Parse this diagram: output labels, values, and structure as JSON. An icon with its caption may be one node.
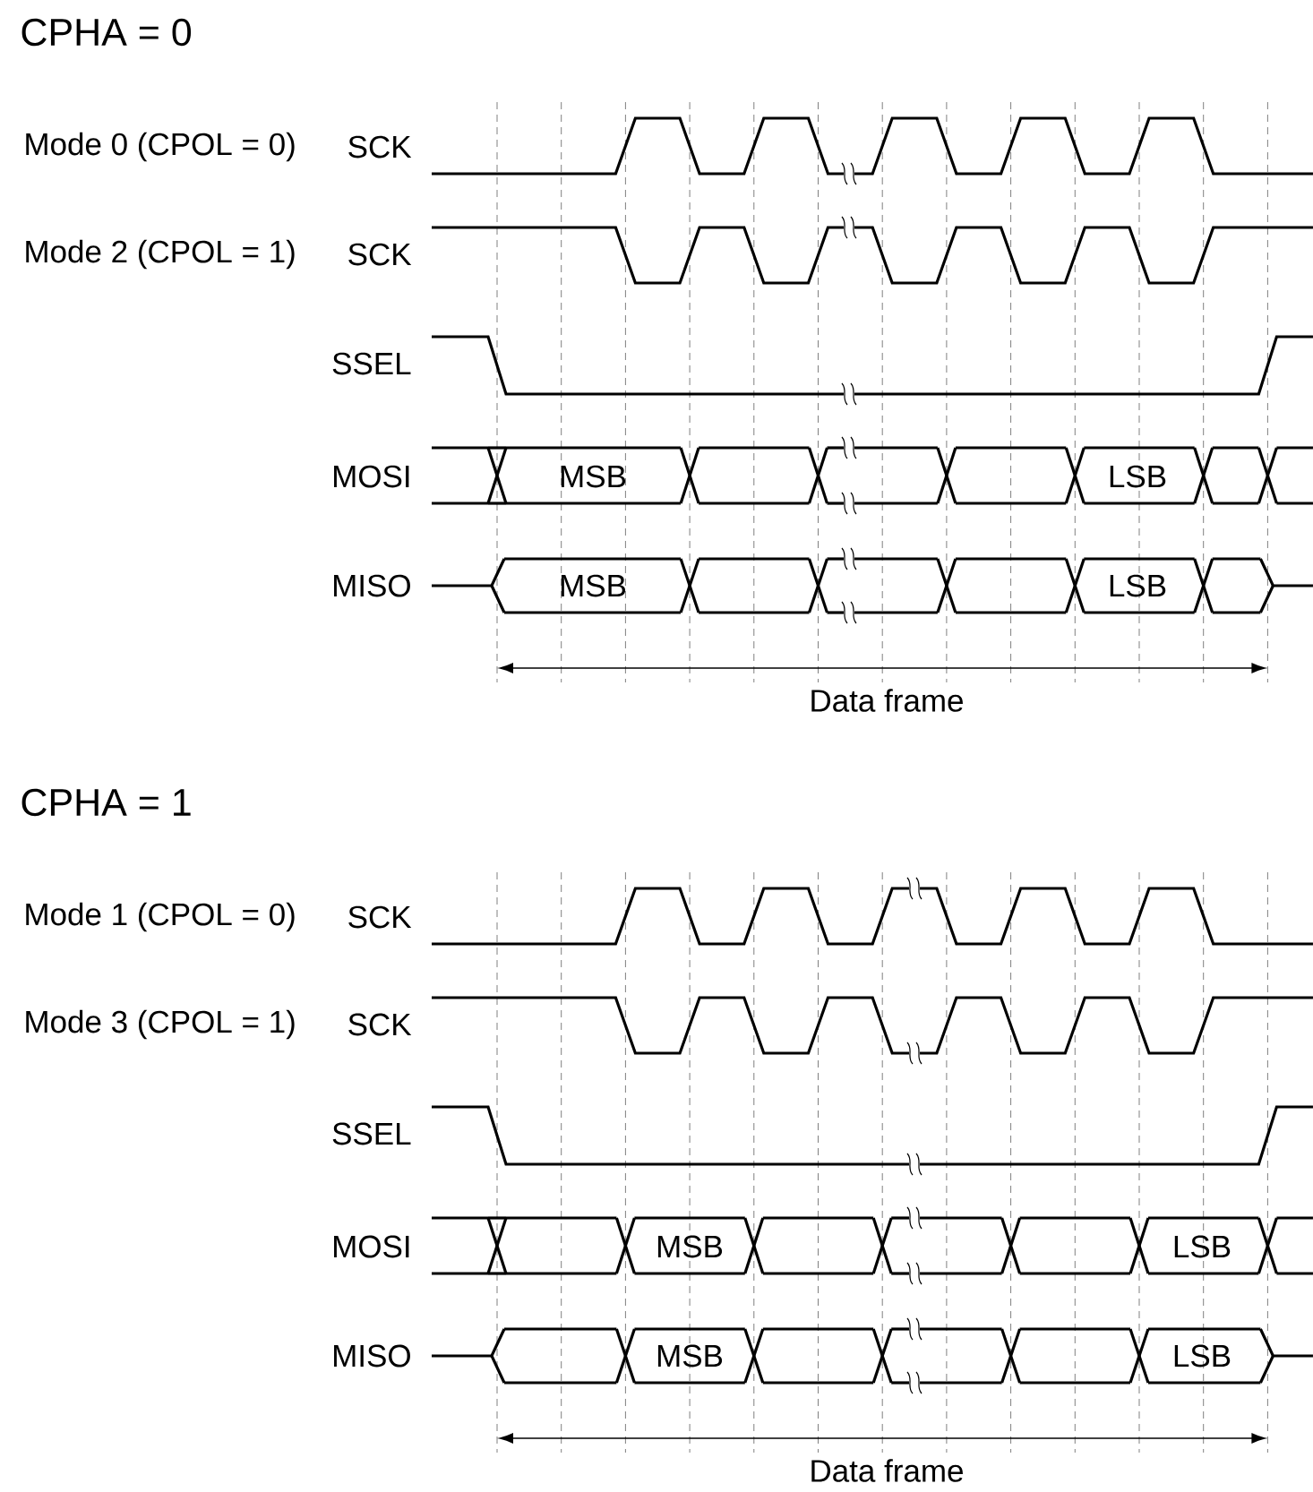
{
  "diagram": {
    "labels": [
      "CPHA = 0",
      "Mode 0 (CPOL = 0)",
      "SCK",
      "Mode 2 (CPOL = 1)",
      "SCK",
      "SSEL",
      "MOSI",
      "MSB",
      "LSB",
      "MISO",
      "MSB",
      "LSB",
      "Data frame",
      "CPHA = 1",
      "Mode 1 (CPOL = 0)",
      "SCK",
      "Mode 3 (CPOL = 1)",
      "SCK",
      "SSEL",
      "MOSI",
      "MSB",
      "LSB",
      "MISO",
      "MSB",
      "LSB",
      "Data frame"
    ]
  }
}
